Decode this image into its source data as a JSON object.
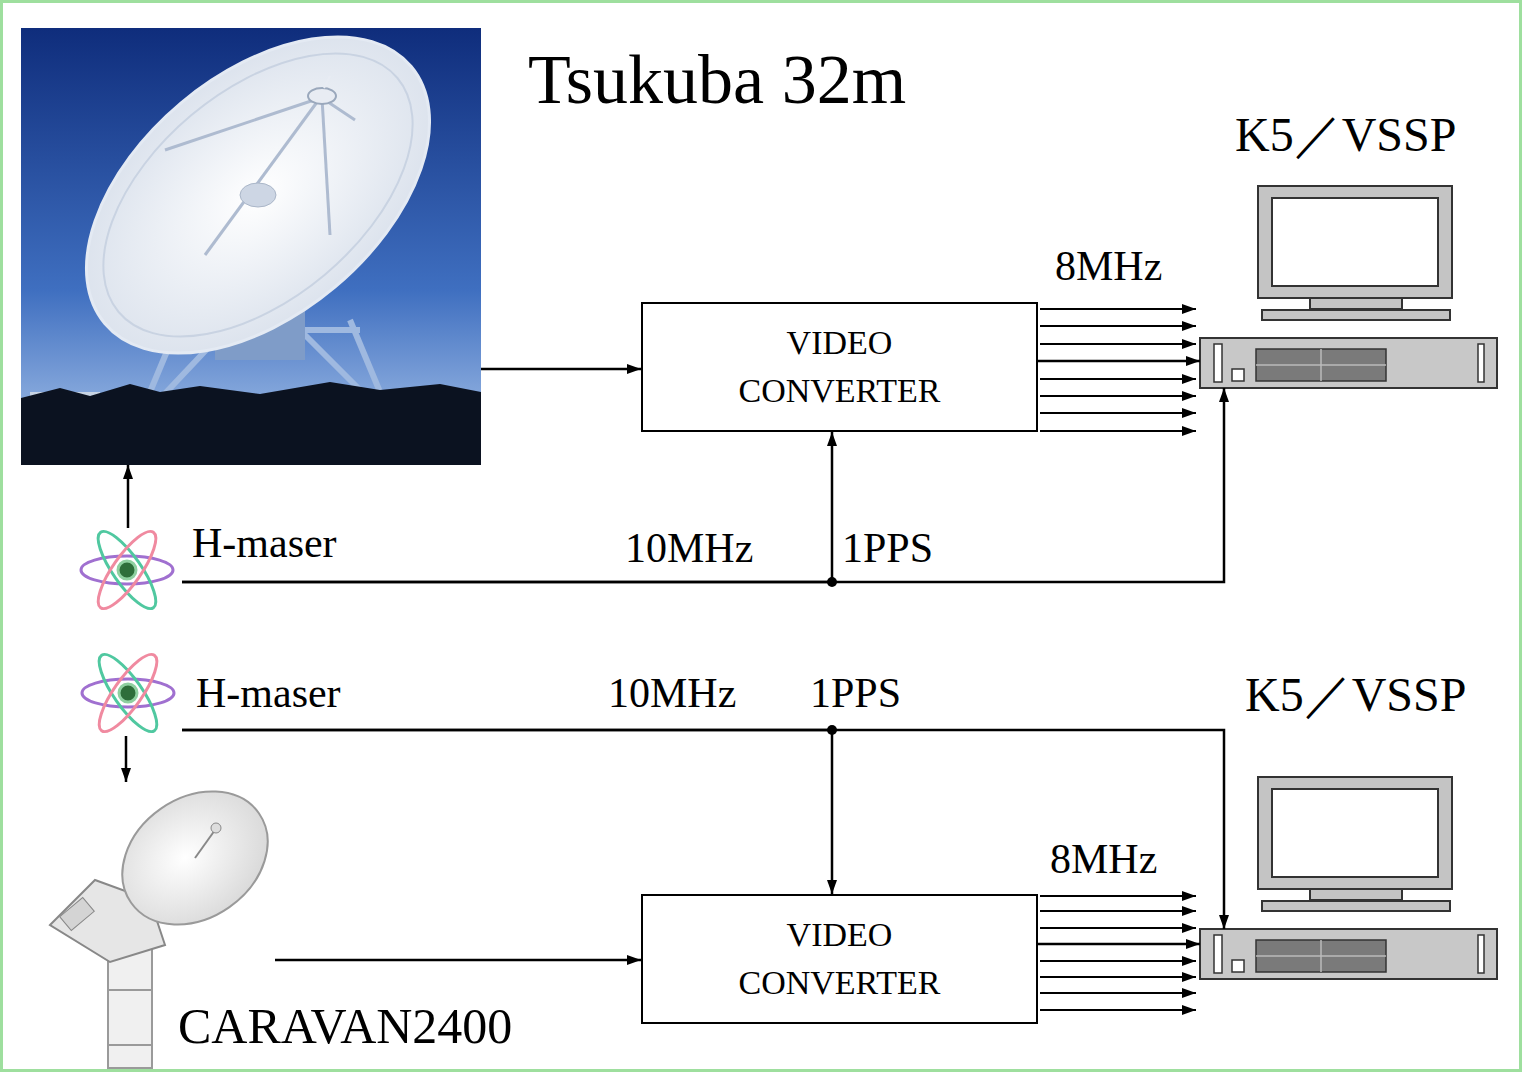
{
  "diagram": {
    "nodes": [
      {
        "text": [
          "Tsukuba 32m"
        ]
      },
      {
        "text": [
          "H-maser"
        ]
      },
      {
        "text": [
          "VIDEO CONVERTER"
        ]
      },
      {
        "text": [
          "K5／VSSP"
        ]
      },
      {
        "text": [
          "H-maser"
        ]
      },
      {
        "text": [
          "CARAVAN2400"
        ]
      },
      {
        "text": [
          "VIDEO CONVERTER"
        ]
      },
      {
        "text": [
          "K5／VSSP"
        ]
      }
    ],
    "edges": [
      {
        "from": 0,
        "to": 2,
        "arrow": "to"
      },
      {
        "from": 1,
        "to": 0,
        "arrow": "to"
      },
      {
        "from": 1,
        "to": 2,
        "arrow": "to"
      },
      {
        "from": 1,
        "to": 3,
        "arrow": "to"
      },
      {
        "from": 2,
        "to": 3,
        "arrow": "to"
      },
      {
        "from": 4,
        "to": 5,
        "arrow": "to"
      },
      {
        "from": 4,
        "to": 6,
        "arrow": "to"
      },
      {
        "from": 4,
        "to": 7,
        "arrow": "to"
      },
      {
        "from": 5,
        "to": 6,
        "arrow": "to"
      },
      {
        "from": 6,
        "to": 7,
        "arrow": "to"
      }
    ],
    "labels": [
      "8MHz",
      "10MHz",
      "1PPS",
      "10MHz",
      "1PPS",
      "8MHz"
    ]
  }
}
